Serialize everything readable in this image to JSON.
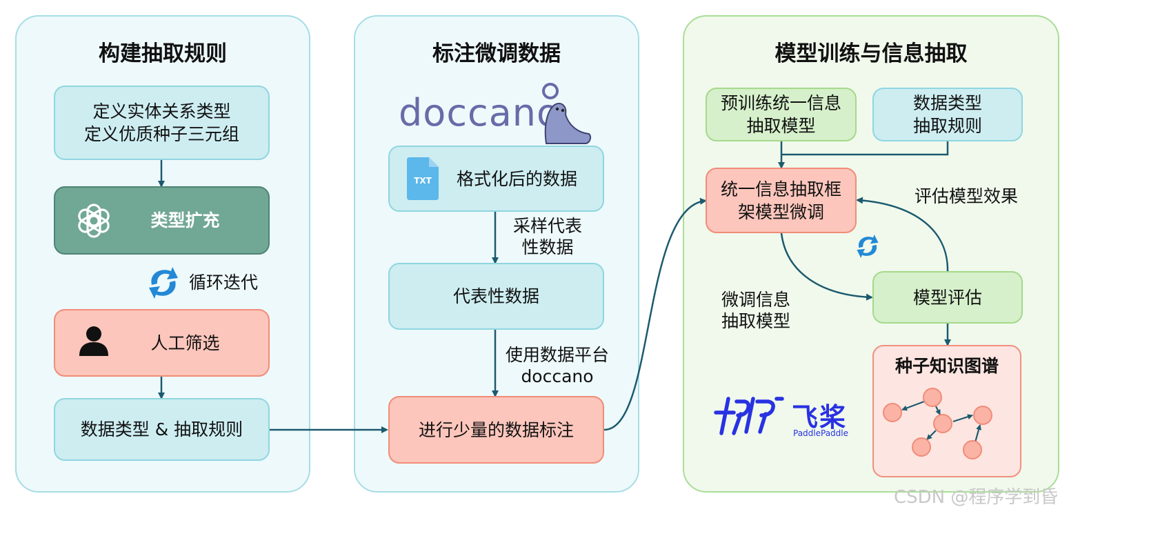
{
  "panels": {
    "rules": {
      "title": "构建抽取规则",
      "define": "定义实体关系类型\n定义优质种子三元组",
      "expand": "类型扩充",
      "loop": "循环迭代",
      "manual": "人工筛选",
      "result": "数据类型 & 抽取规则"
    },
    "annotate": {
      "title": "标注微调数据",
      "logo_text": "doccano",
      "formatted": "格式化后的数据",
      "file_label": "TXT",
      "sample_label": "采样代表\n性数据",
      "representative": "代表性数据",
      "platform_label": "使用数据平台\ndoccano",
      "annotate_box": "进行少量的数据标注"
    },
    "train": {
      "title": "模型训练与信息抽取",
      "pretrained": "预训练统一信息\n抽取模型",
      "types_rules": "数据类型\n抽取规则",
      "finetune": "统一信息抽取框\n架模型微调",
      "eval_label": "评估模型效果",
      "finetune_label": "微调信息\n抽取模型",
      "evaluate": "模型评估",
      "kg": "种子知识图谱",
      "brand_cn": "飞桨",
      "brand_en": "PaddlePaddle"
    }
  },
  "watermark": "CSDN @程序学到昏",
  "colors": {
    "arrow": "#1c5a6e",
    "cyan_fill": "#cdedf1",
    "pink_fill": "#fcc6bc",
    "green_fill": "#d6f0cb",
    "dark_green": "#71a795",
    "doccano_purple": "#676ba8",
    "paddle_blue": "#2932e1",
    "refresh_blue": "#2389d6"
  }
}
